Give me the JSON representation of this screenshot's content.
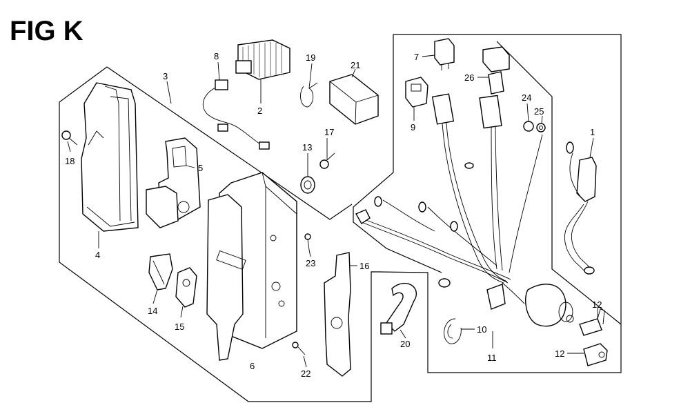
{
  "figure": {
    "title": "FIG K"
  },
  "callouts": {
    "c1": "1",
    "c2": "2",
    "c3": "3",
    "c4": "4",
    "c5": "5",
    "c6": "6",
    "c7": "7",
    "c8": "8",
    "c9": "9",
    "c10": "10",
    "c11": "11",
    "c12a": "12",
    "c12b": "12",
    "c13": "13",
    "c14": "14",
    "c15": "15",
    "c16": "16",
    "c17": "17",
    "c18": "18",
    "c19": "19",
    "c20": "20",
    "c21": "21",
    "c22": "22",
    "c23": "23",
    "c24": "24",
    "c25": "25",
    "c26": "26"
  }
}
